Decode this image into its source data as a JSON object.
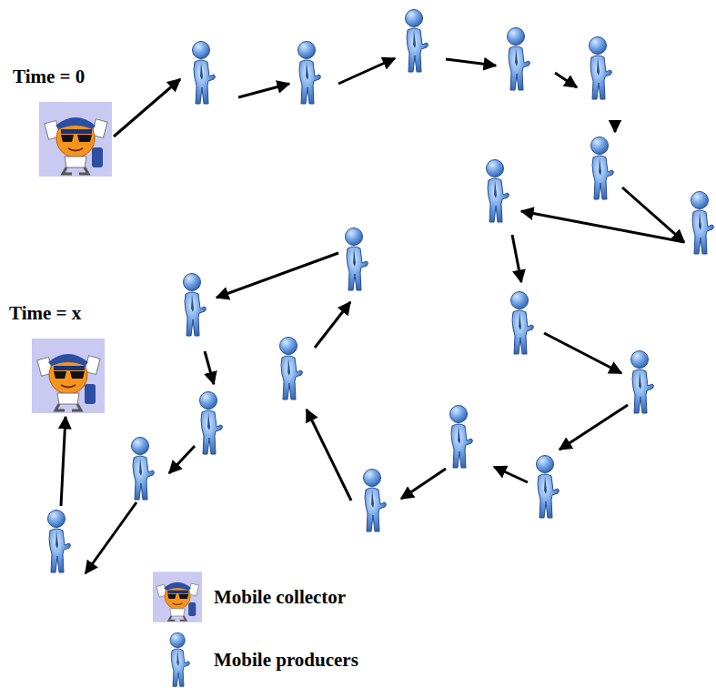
{
  "diagram": {
    "nodes": [
      {
        "text": [
          "Time = 0"
        ]
      },
      {
        "text": [
          "Time = x"
        ]
      }
    ],
    "legend": [
      {
        "text": "Mobile collector"
      },
      {
        "text": "Mobile producers"
      }
    ]
  }
}
